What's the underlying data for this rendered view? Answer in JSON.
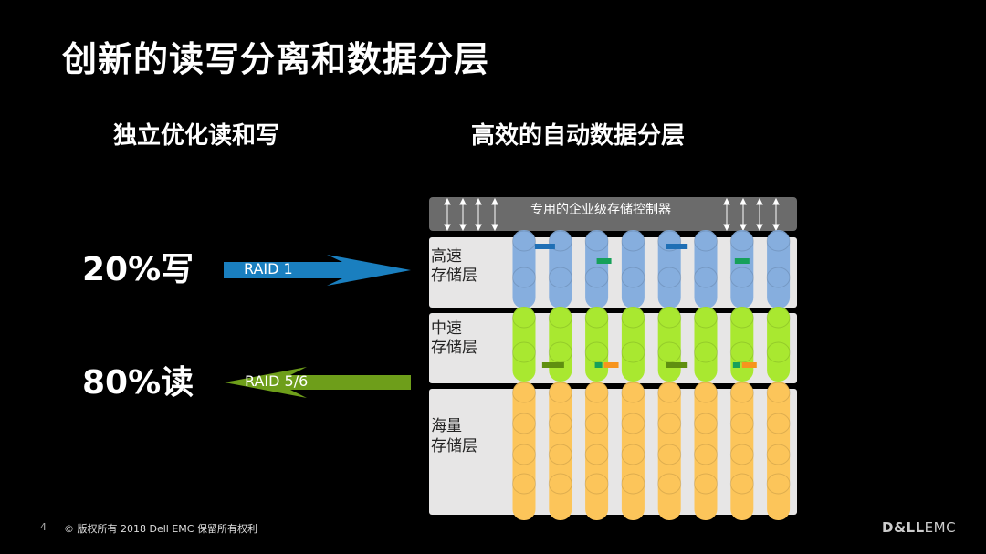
{
  "slide": {
    "title": "创新的读写分离和数据分层",
    "page_number": "4",
    "copyright": "© 版权所有 2018 Dell EMC 保留所有权利",
    "logo_brand": "D&LL",
    "logo_suffix": "EMC"
  },
  "left_panel": {
    "heading": "独立优化读和写",
    "write_stat": "20%写",
    "read_stat": "80%读",
    "write_arrow_label": "RAID 1",
    "read_arrow_label": "RAID 5/6",
    "write_arrow_color": "#1a7fbf",
    "read_arrow_color": "#6e9e1a"
  },
  "right_panel": {
    "heading": "高效的自动数据分层",
    "controller_label": "专用的企业级存储控制器",
    "tiers": [
      {
        "line1": "高速",
        "line2": "存储层",
        "color": "#86aede"
      },
      {
        "line1": "中速",
        "line2": "存储层",
        "color": "#a9e830"
      },
      {
        "line1": "海量",
        "line2": "存储层",
        "color": "#fcc55a"
      }
    ],
    "column_count": 8
  }
}
